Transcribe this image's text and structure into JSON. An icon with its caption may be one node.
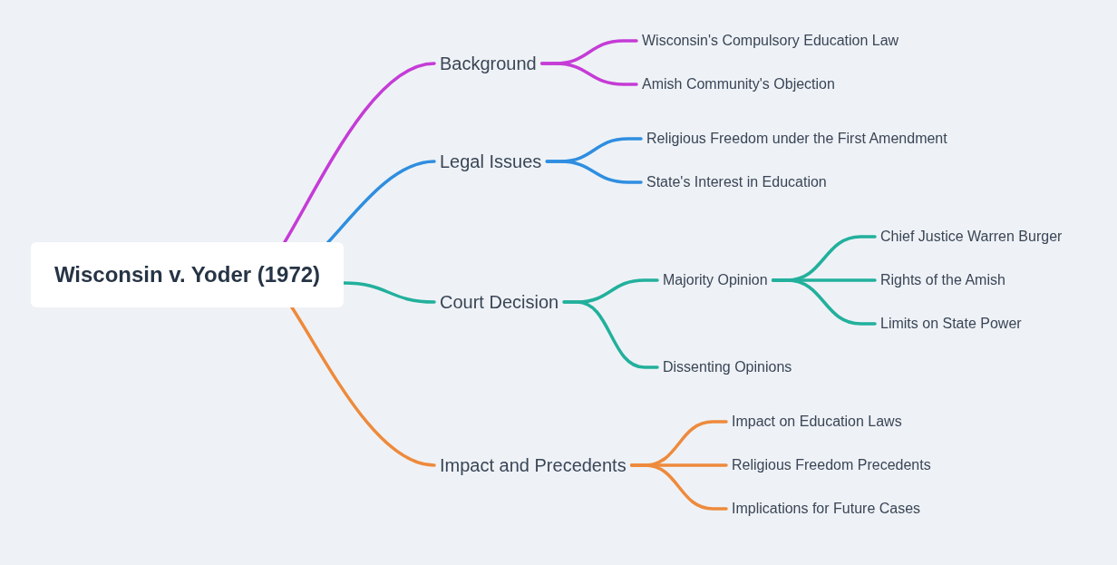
{
  "diagram": {
    "nodes": [
      {
        "text": [
          "Wisconsin v. Yoder (1972)"
        ]
      },
      {
        "text": [
          "Background"
        ]
      },
      {
        "text": [
          "Wisconsin's Compulsory Education Law"
        ]
      },
      {
        "text": [
          "Amish Community's Objection"
        ]
      },
      {
        "text": [
          "Legal Issues"
        ]
      },
      {
        "text": [
          "Religious Freedom under the First Amendment"
        ]
      },
      {
        "text": [
          "State's Interest in Education"
        ]
      },
      {
        "text": [
          "Court Decision"
        ]
      },
      {
        "text": [
          "Majority Opinion"
        ]
      },
      {
        "text": [
          "Chief Justice Warren Burger"
        ]
      },
      {
        "text": [
          "Rights of the Amish"
        ]
      },
      {
        "text": [
          "Limits on State Power"
        ]
      },
      {
        "text": [
          "Dissenting Opinions"
        ]
      },
      {
        "text": [
          "Impact and Precedents"
        ]
      },
      {
        "text": [
          "Impact on Education Laws"
        ]
      },
      {
        "text": [
          "Religious Freedom Precedents"
        ]
      },
      {
        "text": [
          "Implications for Future Cases"
        ]
      }
    ],
    "edges": [
      {
        "from": 0,
        "to": 1,
        "arrow": "none",
        "color": "#c53cd6"
      },
      {
        "from": 1,
        "to": 2,
        "arrow": "none",
        "color": "#c53cd6"
      },
      {
        "from": 1,
        "to": 3,
        "arrow": "none",
        "color": "#c53cd6"
      },
      {
        "from": 0,
        "to": 4,
        "arrow": "none",
        "color": "#2f8ee0"
      },
      {
        "from": 4,
        "to": 5,
        "arrow": "none",
        "color": "#2f8ee0"
      },
      {
        "from": 4,
        "to": 6,
        "arrow": "none",
        "color": "#2f8ee0"
      },
      {
        "from": 0,
        "to": 7,
        "arrow": "none"
      },
      {
        "from": 7,
        "to": 8,
        "arrow": "none"
      },
      {
        "from": 8,
        "to": 9,
        "arrow": "none"
      },
      {
        "from": 8,
        "to": 10,
        "arrow": "none"
      },
      {
        "from": 8,
        "to": 11,
        "arrow": "none"
      },
      {
        "from": 7,
        "to": 12,
        "arrow": "none"
      },
      {
        "from": 0,
        "to": 13,
        "arrow": "none",
        "color": "#ee8a3c"
      },
      {
        "from": 13,
        "to": 14,
        "arrow": "none",
        "color": "#ee8a3c"
      },
      {
        "from": 13,
        "to": 15,
        "arrow": "none",
        "color": "#ee8a3c"
      },
      {
        "from": 13,
        "to": 16,
        "arrow": "none",
        "color": "#ee8a3c"
      }
    ]
  }
}
